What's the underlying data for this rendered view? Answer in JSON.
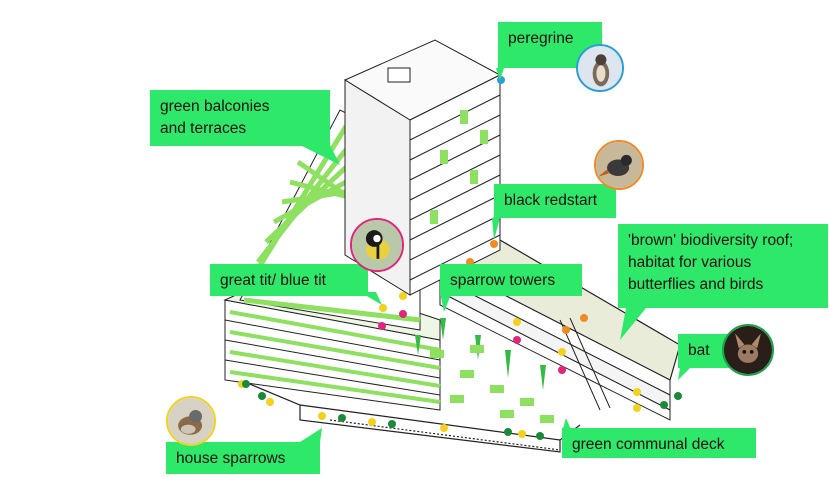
{
  "colors": {
    "accent_green": "#2ee86a",
    "peregrine_ring": "#2aa0d8",
    "redstart_ring": "#f08a24",
    "tit_ring": "#e0267a",
    "sparrow_ring": "#f2d21e",
    "bat_ring": "#1aa34a"
  },
  "labels": {
    "peregrine": "peregrine",
    "green_balconies": "green balconies\nand terraces",
    "black_redstart": "black redstart",
    "brown_roof": "'brown' biodiversity roof;\nhabitat for various\nbutterflies and birds",
    "great_tit": "great tit/ blue tit",
    "sparrow_towers": "sparrow towers",
    "bat": "bat",
    "house_sparrows": "house sparrows",
    "communal_deck": "green communal deck"
  },
  "icons": [
    "peregrine-photo",
    "black-redstart-photo",
    "great-tit-photo",
    "bat-photo",
    "house-sparrow-photo"
  ]
}
